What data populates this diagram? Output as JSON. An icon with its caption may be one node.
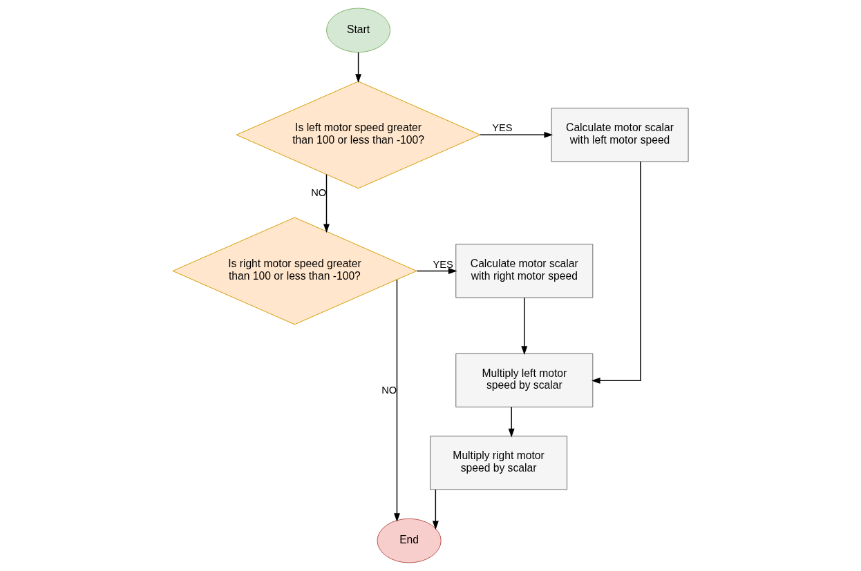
{
  "diagram": {
    "nodes": [
      {
        "text": [
          "Start"
        ]
      },
      {
        "text": [
          "Is left motor speed greater than 100 or less than -100?"
        ]
      },
      {
        "text": [
          "Calculate motor scalar with left motor speed"
        ]
      },
      {
        "text": [
          "Multiply left motor speed by scalar"
        ]
      },
      {
        "text": [
          "Is right motor speed greater than 100 or less than -100?"
        ]
      },
      {
        "text": [
          "Calculate motor scalar with right motor speed"
        ]
      },
      {
        "text": [
          "Multiply right motor speed by scalar"
        ]
      },
      {
        "text": [
          "End"
        ]
      }
    ],
    "edges": [
      {
        "from": 0,
        "to": 1,
        "arrow": "to"
      },
      {
        "from": 1,
        "to": 2,
        "arrow": "to",
        "label": "YES"
      },
      {
        "from": 1,
        "to": 4,
        "arrow": "to",
        "label": "NO"
      },
      {
        "from": 4,
        "to": 5,
        "arrow": "to",
        "label": "YES"
      },
      {
        "from": 4,
        "to": 7,
        "arrow": "to",
        "label": "NO"
      },
      {
        "from": 2,
        "to": 3,
        "arrow": "to"
      },
      {
        "from": 5,
        "to": 3,
        "arrow": "to"
      },
      {
        "from": 3,
        "to": 6,
        "arrow": "to"
      },
      {
        "from": 6,
        "to": 7,
        "arrow": "to"
      }
    ]
  }
}
